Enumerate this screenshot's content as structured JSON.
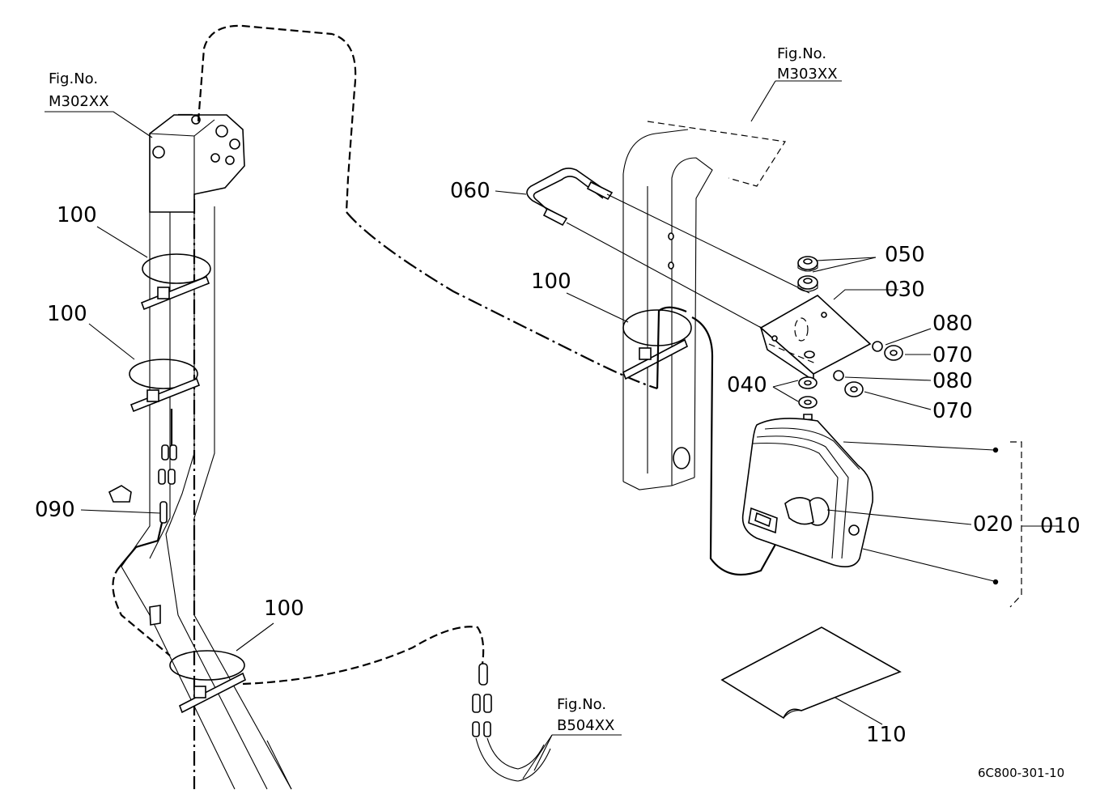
{
  "labels": {
    "fig_m302": {
      "title": "Fig.No.",
      "code": "M302XX"
    },
    "fig_m303": {
      "title": "Fig.No.",
      "code": "M303XX"
    },
    "fig_b504": {
      "title": "Fig.No.",
      "code": "B504XX"
    },
    "p010": "010",
    "p020": "020",
    "p030": "030",
    "p040": "040",
    "p050": "050",
    "p060": "060",
    "p070a": "070",
    "p070b": "070",
    "p080a": "080",
    "p080b": "080",
    "p090": "090",
    "p100a": "100",
    "p100b": "100",
    "p100c": "100",
    "p100d": "100",
    "p110": "110",
    "drawing_code": "6C800-301-10"
  }
}
